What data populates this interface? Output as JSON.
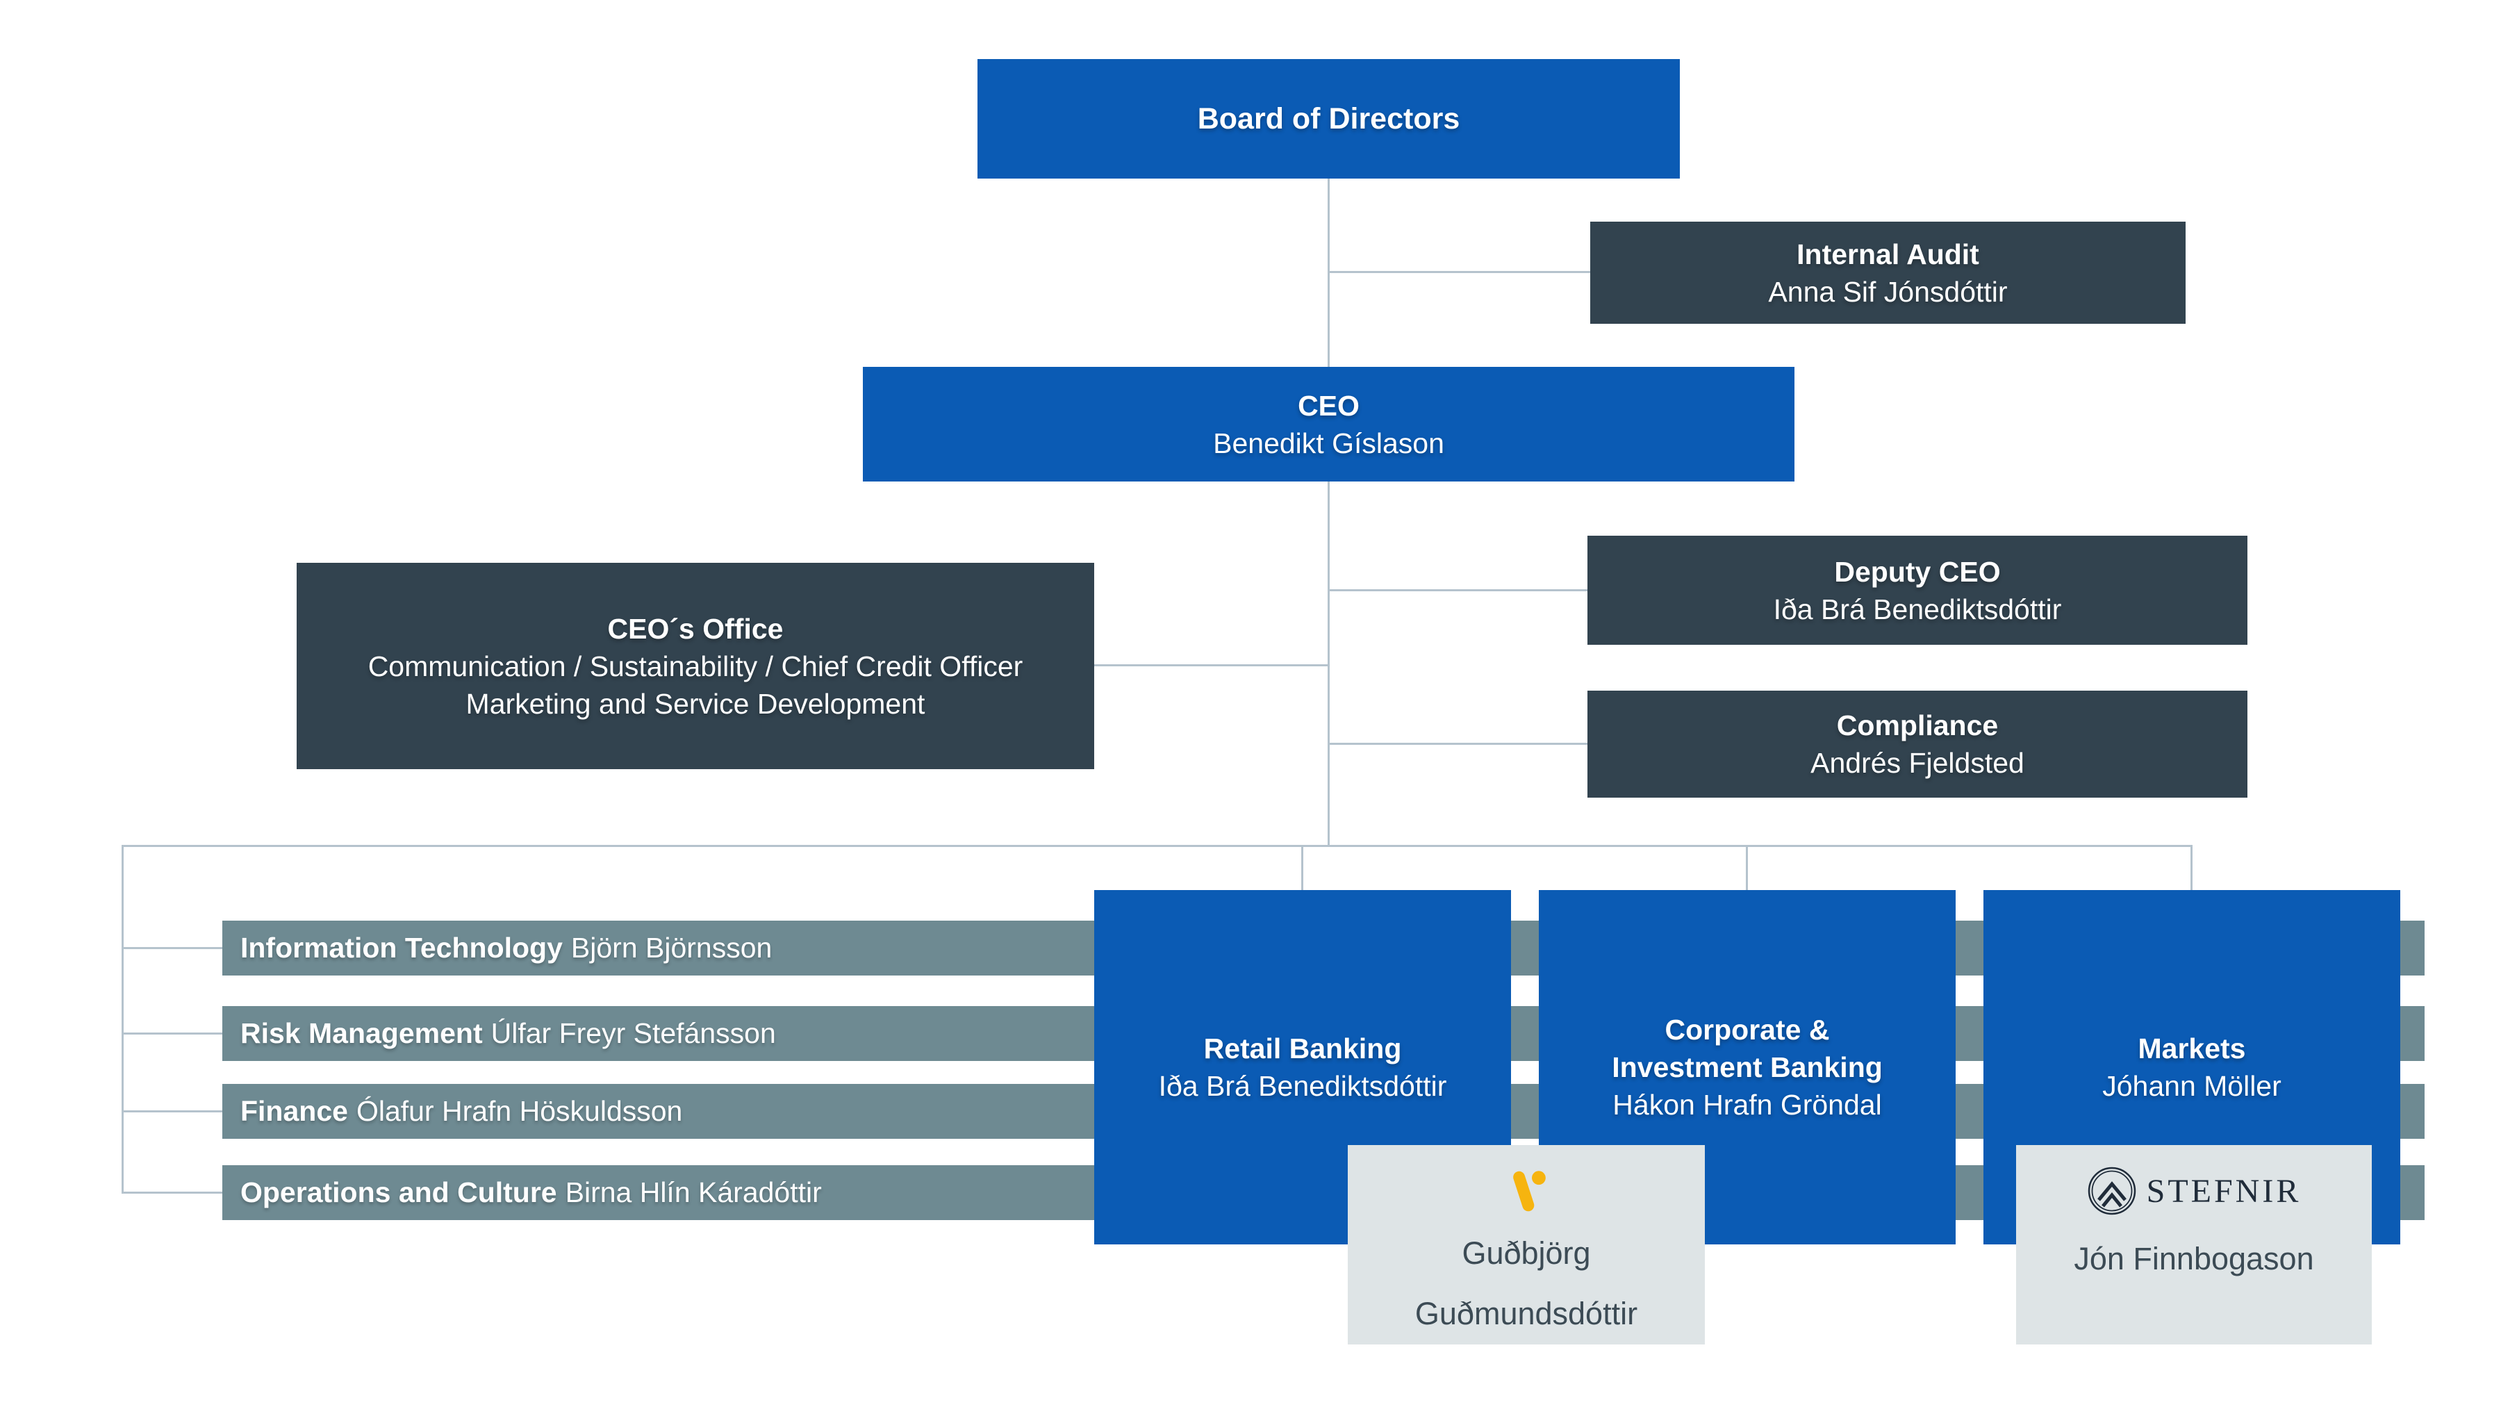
{
  "org_chart": {
    "board": {
      "title": "Board of Directors"
    },
    "internal_audit": {
      "title": "Internal Audit",
      "person": "Anna Sif Jónsdóttir"
    },
    "ceo": {
      "title": "CEO",
      "person": "Benedikt Gíslason"
    },
    "ceo_office": {
      "title": "CEO´s Office",
      "line1": "Communication / Sustainability / Chief Credit Officer",
      "line2": "Marketing and Service Development"
    },
    "deputy_ceo": {
      "title": "Deputy CEO",
      "person": "Iða Brá Benediktsdóttir"
    },
    "compliance": {
      "title": "Compliance",
      "person": "Andrés Fjeldsted"
    },
    "support_units": [
      {
        "dept": "Information Technology",
        "person": "Björn Björnsson"
      },
      {
        "dept": "Risk Management",
        "person": "Úlfar Freyr Stefánsson"
      },
      {
        "dept": "Finance",
        "person": "Ólafur Hrafn Höskuldsson"
      },
      {
        "dept": "Operations and Culture",
        "person": "Birna Hlín Káradóttir"
      }
    ],
    "divisions": {
      "retail": {
        "title": "Retail Banking",
        "person": "Iða Brá Benediktsdóttir"
      },
      "cib": {
        "title_lines": [
          "Corporate &",
          "Investment Banking"
        ],
        "person": "Hákon Hrafn Gröndal"
      },
      "markets": {
        "title": "Markets",
        "person": "Jóhann Möller"
      }
    },
    "subsidiaries": {
      "vordur": {
        "logo_icon": "vordur-v-icon",
        "person_line1": "Guðbjörg",
        "person_line2": "Guðmundsdóttir"
      },
      "stefnir": {
        "logo_icon": "stefnir-rings-icon",
        "brand": "STEFNIR",
        "person": "Jón Finnbogason"
      }
    },
    "colors": {
      "primary_blue": "#0b5bb4",
      "dark_slate": "#32434f",
      "bar_gray": "#6e8a92",
      "light_panel": "#dee4e6",
      "connector": "#b5c3cd",
      "vordur_yellow": "#f6b40f",
      "stefnir_navy": "#202c3a",
      "panel_text": "#3c4b55"
    }
  }
}
